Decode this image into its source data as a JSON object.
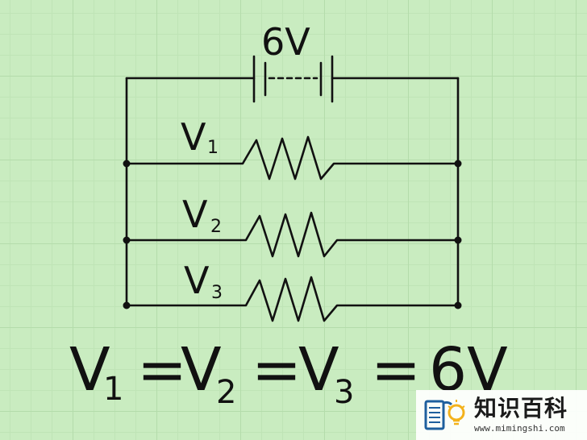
{
  "battery": {
    "label": "6V"
  },
  "resistors": [
    {
      "label_main": "V",
      "label_sub": "1"
    },
    {
      "label_main": "V",
      "label_sub": "2"
    },
    {
      "label_main": "V",
      "label_sub": "3"
    }
  ],
  "equation": {
    "terms": [
      {
        "main": "V",
        "sub": "1"
      },
      {
        "main": "V",
        "sub": "2"
      },
      {
        "main": "V",
        "sub": "3"
      }
    ],
    "equals": "=",
    "result": "6V"
  },
  "watermark": {
    "title": "知识百科",
    "url": "www.mimingshi.com",
    "accent_color": "#1e5f9e",
    "bulb_color": "#f3b21c"
  },
  "colors": {
    "background": "#c9ecc0",
    "ink": "#111111"
  }
}
